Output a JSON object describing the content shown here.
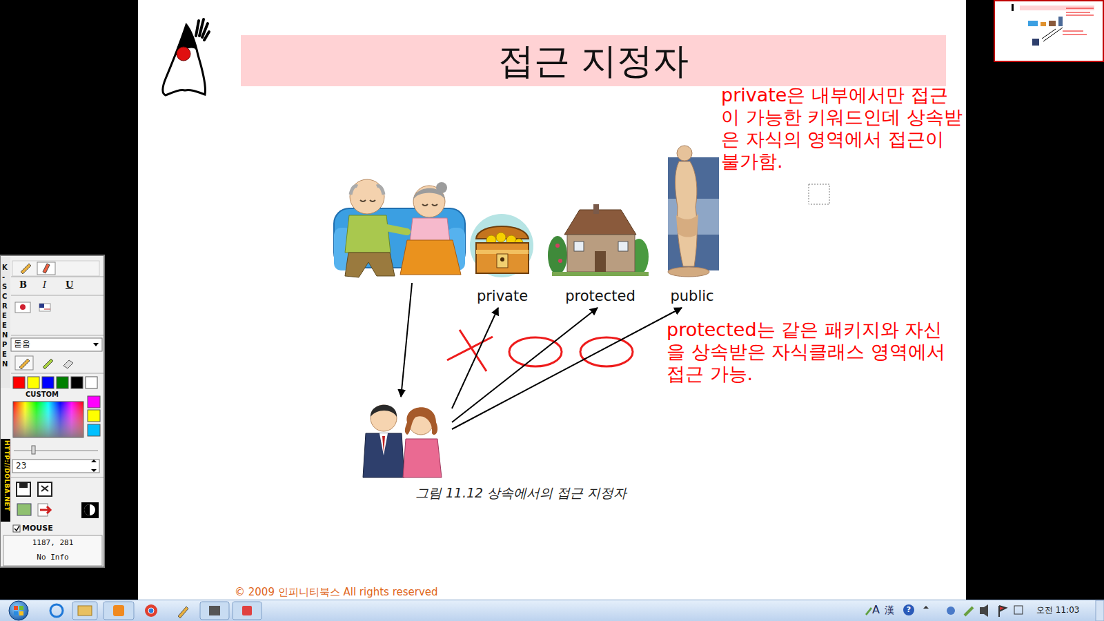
{
  "diagram": {
    "title": "접근 지정자",
    "caption": "그림 11.12 상속에서의 접근 지정자",
    "nodes": [
      {
        "text": []
      },
      {
        "text": [
          "private"
        ]
      },
      {
        "text": [
          "protected"
        ]
      },
      {
        "text": [
          "public"
        ]
      },
      {
        "text": []
      }
    ],
    "edges": [
      {
        "from": 0,
        "to": 4,
        "arrow": "to"
      },
      {
        "from": 4,
        "to": 1,
        "arrow": "to"
      },
      {
        "from": 4,
        "to": 2,
        "arrow": "to"
      },
      {
        "from": 4,
        "to": 3,
        "arrow": "to"
      }
    ],
    "labels": [
      "private은 내부에서만 접근이 가능한 키워드인데 상속받은 자식의 영역에서 접근이 불가함.",
      "protected는 같은 패키지와 자신을 상속받은 자식클래스 영역에서 접근 가능.",
      "© 2009 인피니티북스  All rights reserved",
      "K-SCREEN PEN",
      "HTTP://DOLBA.NET",
      "B",
      "I",
      "U",
      "돋움",
      "CUSTOM",
      "23",
      "MOUSE",
      "1187, 281",
      "No Info",
      "A",
      "漢",
      "?",
      "오전 11:03"
    ]
  }
}
